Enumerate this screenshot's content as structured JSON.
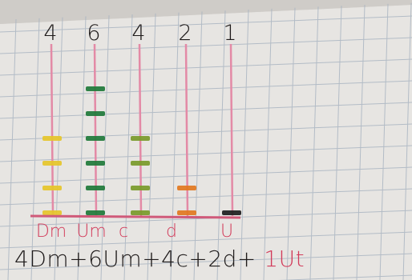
{
  "place_values": [
    {
      "name": "DM",
      "label": "Dm",
      "digit": "4",
      "count": 4,
      "bead_color": "#e6c62a"
    },
    {
      "name": "UM",
      "label": "Um",
      "digit": "6",
      "count": 6,
      "bead_color": "#1f7a3a"
    },
    {
      "name": "C",
      "label": "c",
      "digit": "4",
      "count": 4,
      "bead_color": "#7a9a2a"
    },
    {
      "name": "D",
      "label": "d",
      "digit": "2",
      "count": 2,
      "bead_color": "#e2781f"
    },
    {
      "name": "U",
      "label": "U",
      "digit": "1",
      "count": 1,
      "bead_color": "#1e1e1e"
    }
  ],
  "expression": {
    "part_black": "4Dm+6Um+4c+2d+",
    "part_red": "1Ut"
  },
  "colors": {
    "rod": "#e38aa6",
    "ink": "#1e1a1a",
    "red_ink": "#d23b5a",
    "grid": "#a9b6c4",
    "paper": "#e9e7e4"
  }
}
